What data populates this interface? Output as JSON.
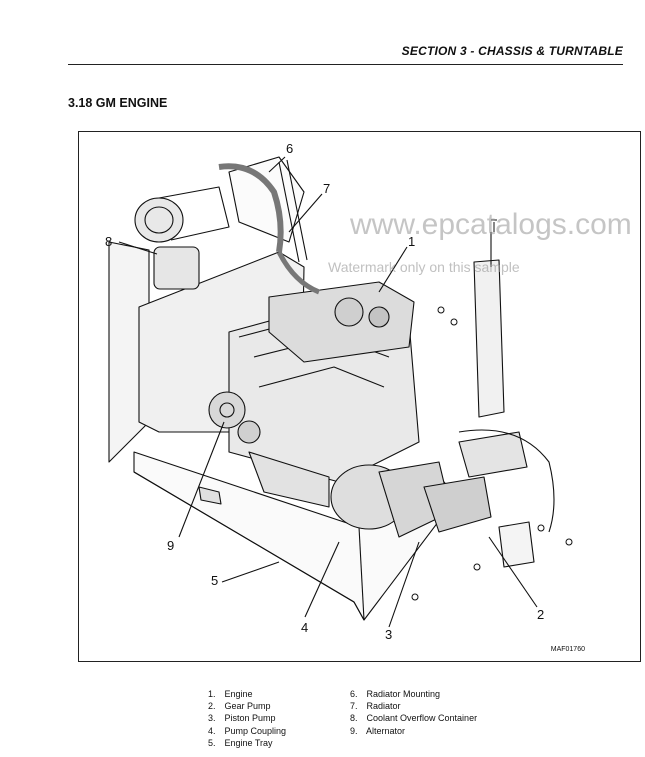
{
  "header": {
    "section": "SECTION 3 - CHASSIS & TURNTABLE"
  },
  "section_title": "3.18 GM ENGINE",
  "figure": {
    "code": "MAF01760",
    "callouts": [
      "1",
      "2",
      "3",
      "4",
      "5",
      "6",
      "7",
      "8",
      "9"
    ],
    "watermark_main": "www.epcatalogs.com",
    "watermark_sub": "Watermark only on this sample"
  },
  "legend": [
    {
      "num": "1.",
      "label": "Engine"
    },
    {
      "num": "2.",
      "label": "Gear Pump"
    },
    {
      "num": "3.",
      "label": "Piston Pump"
    },
    {
      "num": "4.",
      "label": "Pump Coupling"
    },
    {
      "num": "5.",
      "label": "Engine Tray"
    },
    {
      "num": "6.",
      "label": "Radiator Mounting"
    },
    {
      "num": "7.",
      "label": "Radiator"
    },
    {
      "num": "8.",
      "label": "Coolant Overflow Container"
    },
    {
      "num": "9.",
      "label": "Alternator"
    }
  ]
}
